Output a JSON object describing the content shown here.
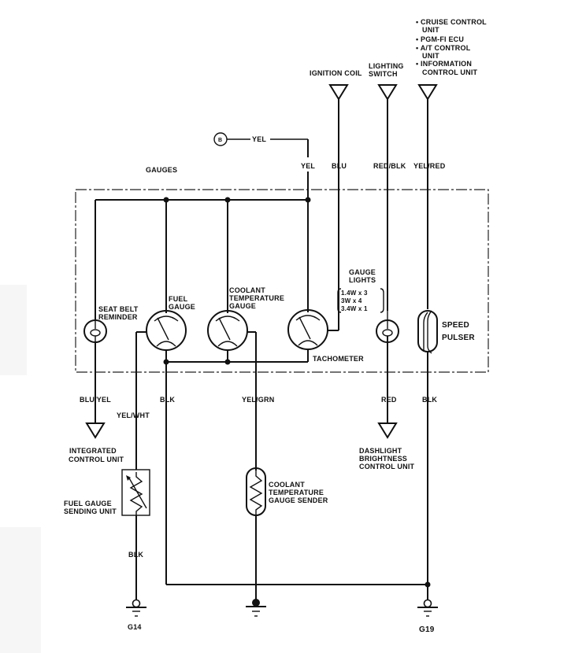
{
  "diagram": {
    "title": "GAUGES",
    "connector_b": "B",
    "top_connectors": {
      "ignition_coil": "IGNITION COIL",
      "lighting_switch": [
        "LIGHTING",
        "SWITCH"
      ],
      "multi_unit": [
        "• CRUISE CONTROL",
        "UNIT",
        "• PGM-FI ECU",
        "• A/T CONTROL",
        "UNIT",
        "• INFORMATION",
        "CONTROL UNIT"
      ]
    },
    "wires": {
      "yel_top": "YEL",
      "yel": "YEL",
      "blu": "BLU",
      "red_blk": "RED/BLK",
      "yel_red": "YEL/RED",
      "blu_yel": "BLU/YEL",
      "yel_wht": "YEL/WHT",
      "blk_fuel": "BLK",
      "yel_grn": "YEL/GRN",
      "red": "RED",
      "blk_pulser": "BLK",
      "blk_sender": "BLK"
    },
    "components": {
      "seat_belt": [
        "SEAT BELT",
        "REMINDER"
      ],
      "fuel_gauge": [
        "FUEL",
        "GAUGE"
      ],
      "coolant_gauge": [
        "COOLANT",
        "TEMPERATURE",
        "GAUGE"
      ],
      "tachometer": "TACHOMETER",
      "gauge_lights": [
        "GAUGE",
        "LIGHTS"
      ],
      "gauge_lights_specs": [
        "1.4W x 3",
        "3W x 4",
        "3.4W x 1"
      ],
      "speed_pulser": [
        "SPEED",
        "PULSER"
      ],
      "integrated_control": [
        "INTEGRATED",
        "CONTROL UNIT"
      ],
      "fuel_sender": [
        "FUEL GAUGE",
        "SENDING UNIT"
      ],
      "coolant_sender": [
        "COOLANT",
        "TEMPERATURE",
        "GAUGE SENDER"
      ],
      "dashlight": [
        "DASHLIGHT",
        "BRIGHTNESS",
        "CONTROL UNIT"
      ]
    },
    "grounds": {
      "g14": "G14",
      "g19": "G19"
    }
  }
}
